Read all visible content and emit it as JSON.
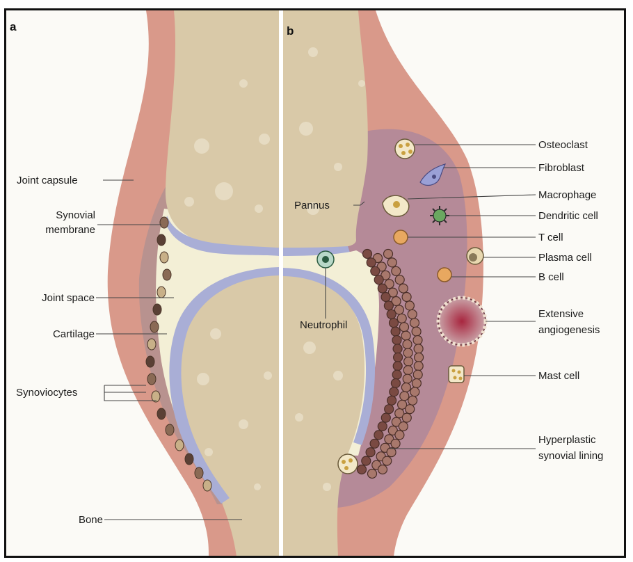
{
  "panels": {
    "a": "a",
    "b": "b"
  },
  "labels_a": {
    "joint_capsule": "Joint capsule",
    "synovial_membrane_1": "Synovial",
    "synovial_membrane_2": "membrane",
    "joint_space": "Joint space",
    "cartilage": "Cartilage",
    "synoviocytes": "Synoviocytes",
    "bone": "Bone"
  },
  "labels_b": {
    "pannus": "Pannus",
    "neutrophil": "Neutrophil",
    "osteoclast": "Osteoclast",
    "fibroblast": "Fibroblast",
    "macrophage": "Macrophage",
    "dendritic_cell": "Dendritic cell",
    "t_cell": "T cell",
    "plasma_cell": "Plasma cell",
    "b_cell": "B cell",
    "extensive_angiogenesis_1": "Extensive",
    "extensive_angiogenesis_2": "angiogenesis",
    "mast_cell": "Mast cell",
    "hyperplastic_lining_1": "Hyperplastic",
    "hyperplastic_lining_2": "synovial lining"
  },
  "colors": {
    "capsule": "#d9998a",
    "bone": "#d9c9a8",
    "cartilage": "#a9aed6",
    "synovium": "#b8928f",
    "joint_fluid": "#f3efd6",
    "inflamed_synovium": "#b58a98"
  }
}
